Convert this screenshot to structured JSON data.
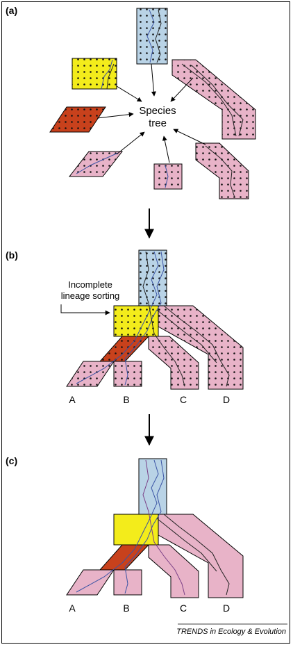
{
  "panels": {
    "a": "(a)",
    "b": "(b)",
    "c": "(c)"
  },
  "center_label": {
    "line1": "Species",
    "line2": "tree"
  },
  "annotation": {
    "line1": "Incomplete",
    "line2": "lineage sorting"
  },
  "taxa": [
    "A",
    "B",
    "C",
    "D"
  ],
  "credit": "TRENDS in Ecology & Evolution",
  "colors": {
    "blue": "#b9d3e6",
    "yellow": "#f3ec1b",
    "orange": "#c8411c",
    "pink": "#e8b3c8",
    "gene_black": "#222222",
    "gene_blue": "#3a53a4",
    "gene_purple": "#7a3f86"
  }
}
